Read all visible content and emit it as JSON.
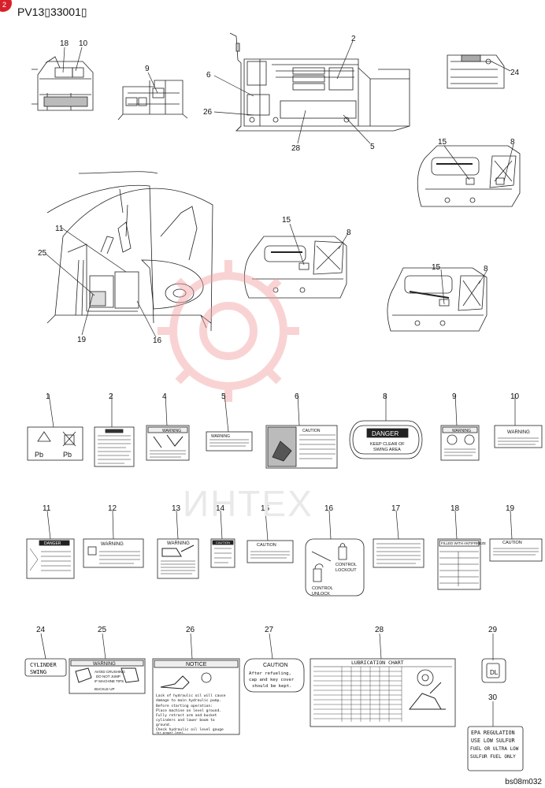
{
  "header": {
    "code": "PV13▯33001▯"
  },
  "corner_badge": {
    "label": "2",
    "color": "#d7202a"
  },
  "watermark": {
    "text": "ИНТЕХ",
    "color": "#f07070"
  },
  "footer": {
    "code": "bs08m032"
  },
  "callouts": {
    "c18": "18",
    "c10": "10",
    "c9": "9",
    "c6": "6",
    "c2": "2",
    "c26": "26",
    "c28": "28",
    "c5": "5",
    "c24": "24",
    "c15a": "15",
    "c8a": "8",
    "c11": "11",
    "c25": "25",
    "c19": "19",
    "c16": "16",
    "c15b": "15",
    "c8b": "8",
    "c15c": "15",
    "c8c": "8"
  },
  "decals": {
    "n1": "1",
    "n2": "2",
    "n4": "4",
    "n5": "5",
    "n6": "6",
    "n8": "8",
    "n9": "9",
    "n10": "10",
    "n11": "11",
    "n12": "12",
    "n13": "13",
    "n14": "14",
    "n15": "15",
    "n16": "16",
    "n17": "17",
    "n18": "18",
    "n19": "19",
    "n24": "24",
    "n25": "25",
    "n26": "26",
    "n27": "27",
    "n28": "28",
    "n29": "29",
    "n30": "30"
  },
  "decal_text": {
    "pb1": "Pb",
    "pb2": "Pb",
    "warning": "WARNING",
    "danger": "DANGER",
    "keep1": "KEEP CLEAR OF",
    "keep2": "SWING   AREA",
    "caution": "CAUTION",
    "notice": "NOTICE",
    "control_lockout": "CONTROL\nLOCKOUT",
    "control_unlock": "CONTROL\nUNLOCK",
    "cylinder": "CYLINDER",
    "swing": "SWING",
    "lube_title": "LUBRICATION CHART",
    "epa1": "EPA REGULATION",
    "epa2": "USE LOW SULFUR",
    "epa3": "FUEL OR ULTRA LOW",
    "epa4": "SULFUR FUEL ONLY",
    "d25a": "AVOID CRUSHING",
    "d25b": "DO NOT JUMP",
    "d25c": "IF MACHINE TIPS",
    "d25d": "BUCKLE UP",
    "d27a": "After refueling,",
    "d27b": "cap and key cover",
    "d27c": "should be kept.",
    "d26a": "Lack of hydraulic oil will cause",
    "d26b": "damage to main hydraulic pump.",
    "d26c": "Before starting operation:",
    "d26d": "Place machine on level ground.",
    "d26e": "Fully retract arm and bucket",
    "d26f": "cylinders and lower boom to",
    "d26g": "ground.",
    "d26h": "Check hydraulic oil level gauge",
    "d26i": "for proper level.",
    "d18": "FILLED WITH ANTIFREEZE",
    "d29": "DL"
  }
}
